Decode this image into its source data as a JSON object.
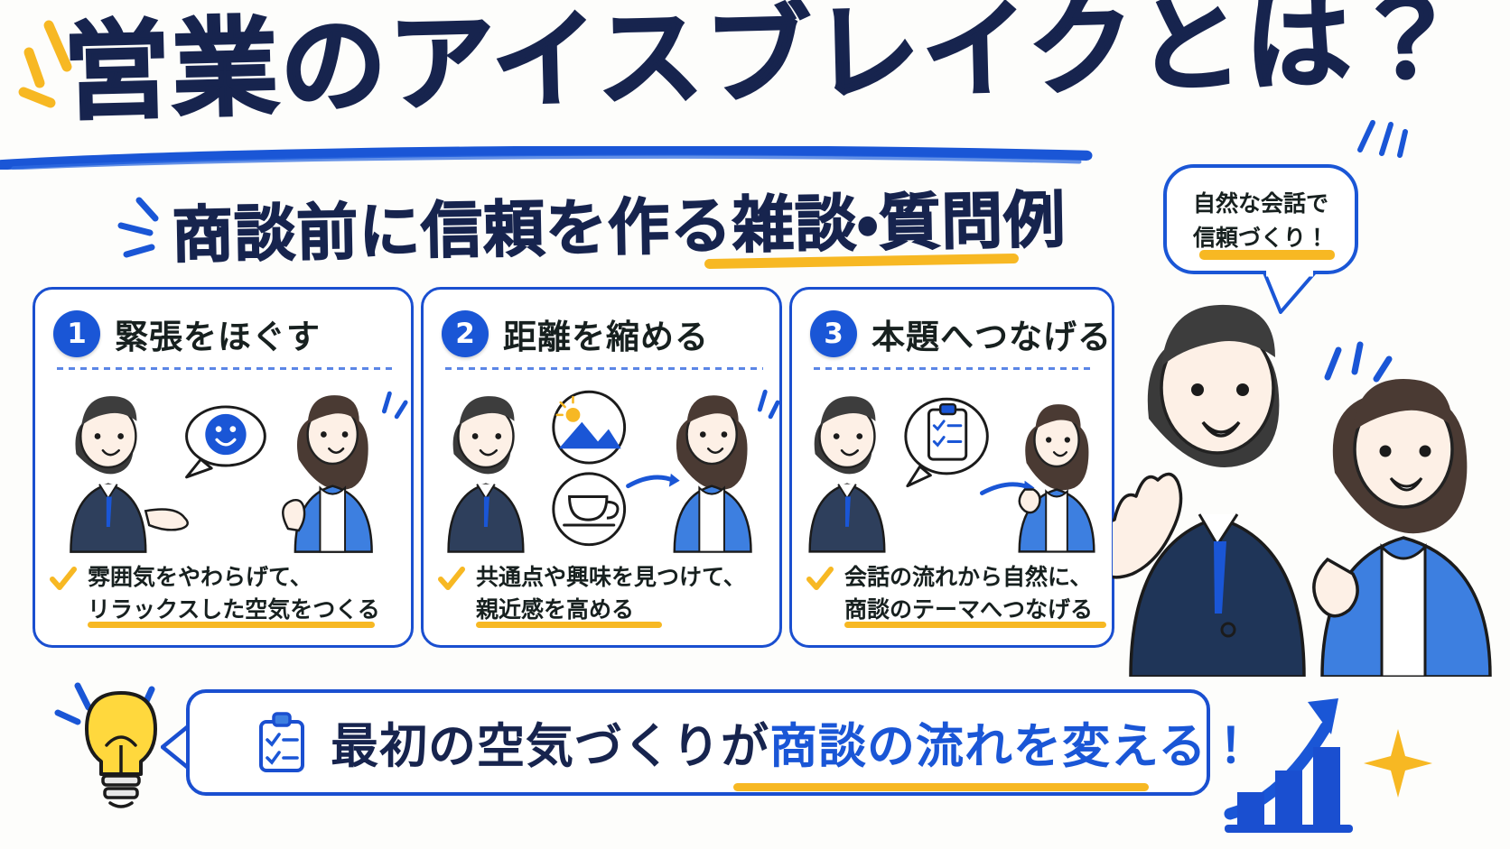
{
  "colors": {
    "navy": "#17244e",
    "blue": "#1a56d6",
    "blue_dark": "#1a4fd0",
    "yellow": "#f7b823",
    "ink": "#17201f",
    "paper": "#fdfdfb",
    "suit_navy": "#2e3f5c",
    "jacket_blue": "#3d7fe0"
  },
  "header": {
    "title": "営業のアイスブレイクとは？",
    "subtitle": "商談前に信頼を作る雑談・質問例",
    "underline_color": "#1a56d6",
    "subtitle_highlight_color": "#f7b823"
  },
  "bubble": {
    "line1": "自然な会話で",
    "line2": "信頼づくり！",
    "highlight_color": "#f7b823",
    "border_color": "#1a56d6"
  },
  "cards": [
    {
      "number": "1",
      "title": "緊張をほぐす",
      "caption_line1": "雰囲気をやわらげて、",
      "caption_line2": "リラックスした空気をつくる",
      "check_icon": "check-icon",
      "scene_icon": "smile-face-speech-bubble-icon"
    },
    {
      "number": "2",
      "title": "距離を縮める",
      "caption_line1": "共通点や興味を見つけて、",
      "caption_line2": "親近感を高める",
      "check_icon": "check-icon",
      "scene_icon": "landscape-and-coffee-icon"
    },
    {
      "number": "3",
      "title": "本題へつなげる",
      "caption_line1": "会話の流れから自然に、",
      "caption_line2": "商談のテーマへつなげる",
      "check_icon": "check-icon",
      "scene_icon": "clipboard-checklist-icon"
    }
  ],
  "banner": {
    "text_plain": "最初の空気づくりが",
    "text_accent": "商談の流れを変える！",
    "icon": "clipboard-checklist-icon",
    "accent_color": "#1a56d6",
    "highlight_color": "#f7b823"
  },
  "decorations": {
    "bulb_icon": "lightbulb-icon",
    "growth_chart_icon": "growth-bar-chart-arrow-icon",
    "sparkle_icon": "sparkle-icon",
    "title_sparks_color": "#f7b823",
    "subtitle_sparks_color": "#1a56d6"
  }
}
